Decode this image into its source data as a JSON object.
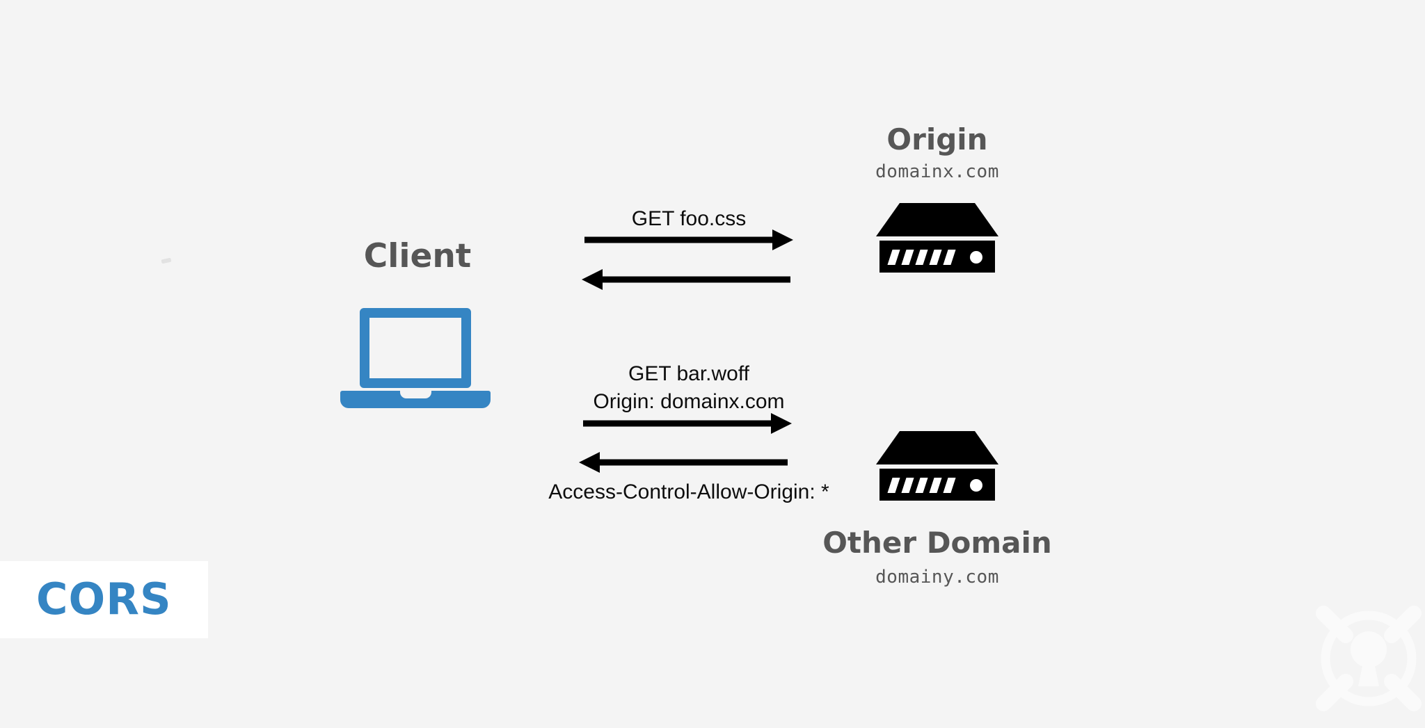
{
  "diagram": {
    "title": "CORS",
    "background_color": "#f4f4f4",
    "accent_color": "#3585c3",
    "text_color": "#565656"
  },
  "badge": {
    "label": "CORS",
    "background_color": "#ffffff",
    "text_color": "#3585c3"
  },
  "nodes": {
    "client": {
      "title": "Client",
      "icon": "laptop-icon"
    },
    "origin": {
      "title": "Origin",
      "subtitle": "domainx.com",
      "icon": "server-icon"
    },
    "other_domain": {
      "title": "Other Domain",
      "subtitle": "domainy.com",
      "icon": "server-icon"
    }
  },
  "flows": [
    {
      "id": "same-origin-request",
      "label": "GET foo.css",
      "direction": "right",
      "from": "client",
      "to": "origin"
    },
    {
      "id": "same-origin-response",
      "label": "",
      "direction": "left",
      "from": "origin",
      "to": "client"
    },
    {
      "id": "cross-origin-request",
      "label_line1": "GET bar.woff",
      "label_line2": "Origin: domainx.com",
      "direction": "right",
      "from": "client",
      "to": "other_domain"
    },
    {
      "id": "cross-origin-response",
      "label": "Access-Control-Allow-Origin: *",
      "direction": "left",
      "from": "other_domain",
      "to": "client"
    }
  ],
  "watermark": {
    "icon": "keyhole-lock-icon"
  }
}
